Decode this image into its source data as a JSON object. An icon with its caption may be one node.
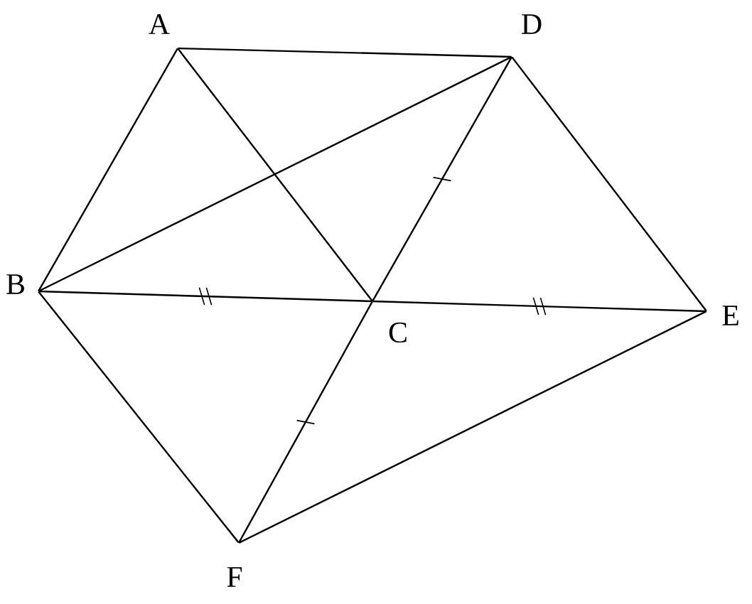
{
  "diagram": {
    "nodes": [
      {
        "text": [],
        "shape": "point",
        "beside": [
          "A"
        ]
      },
      {
        "text": [],
        "shape": "point",
        "beside": [
          "D"
        ]
      },
      {
        "text": [],
        "shape": "point",
        "beside": [
          "B"
        ]
      },
      {
        "text": [],
        "shape": "point",
        "beside": [
          "C"
        ]
      },
      {
        "text": [],
        "shape": "point",
        "beside": [
          "E"
        ]
      },
      {
        "text": [],
        "shape": "point",
        "beside": [
          "F"
        ]
      }
    ],
    "edges": [
      {
        "from": 0,
        "to": 1,
        "arrow": "none"
      },
      {
        "from": 0,
        "to": 2,
        "arrow": "none"
      },
      {
        "from": 0,
        "to": 3,
        "arrow": "none"
      },
      {
        "from": 2,
        "to": 1,
        "arrow": "none"
      },
      {
        "from": 2,
        "to": 3,
        "arrow": "none"
      },
      {
        "from": 3,
        "to": 4,
        "arrow": "none"
      },
      {
        "from": 1,
        "to": 3,
        "arrow": "none"
      },
      {
        "from": 3,
        "to": 5,
        "arrow": "none"
      },
      {
        "from": 1,
        "to": 4,
        "arrow": "none"
      },
      {
        "from": 2,
        "to": 5,
        "arrow": "none"
      },
      {
        "from": 5,
        "to": 4,
        "arrow": "none"
      }
    ]
  }
}
